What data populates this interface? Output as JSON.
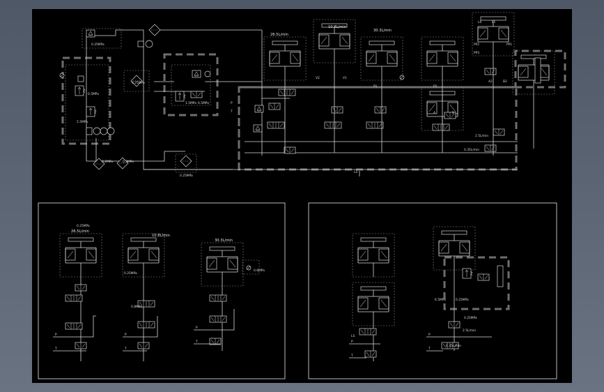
{
  "labels": {
    "l01": "0.25MPa",
    "l02": "0.25MPa",
    "l03": "0.5MPa",
    "l04": "5.5MPa",
    "l05": "1.5MPa",
    "l06": "6.5MPa",
    "l07": "0.2MPa",
    "l08": "0.3MPa",
    "l09": "0.25MPa",
    "l10": "2.5L/min",
    "l11": "0.35L/min",
    "l12": "26.5L/min",
    "l13": "10.8L/min",
    "l14": "30.3L/min",
    "l15": "PP2",
    "l16": "PP1",
    "l17": "PP3",
    "l18": "V2",
    "l19": "V1",
    "l20": "P1",
    "l21": "P1",
    "l22": "A2",
    "l23": "B2",
    "l24": "A",
    "l25": "B",
    "l26": "L0",
    "l27": "L1",
    "l28": "LS",
    "l29": "P",
    "l30": "T",
    "l31": "0.25MPa",
    "l32": "0.25MPa",
    "l33": "0.8MPa",
    "l34": "0.8MPa",
    "l35": "10.8L/min",
    "l36": "26.5L/min",
    "l37": "30.3L/min",
    "l38": "6.5MPa",
    "l39": "0.25MPa",
    "l40": "0.25MPa",
    "l41": "2.5L/min",
    "l42": "0.35L/min",
    "l43": "LS",
    "l44": "P",
    "l45": "T",
    "l46": "P",
    "l47": "T",
    "l48": "P",
    "l49": "T",
    "l50": "P",
    "l51": "T",
    "l52": "P",
    "l53": "T"
  }
}
